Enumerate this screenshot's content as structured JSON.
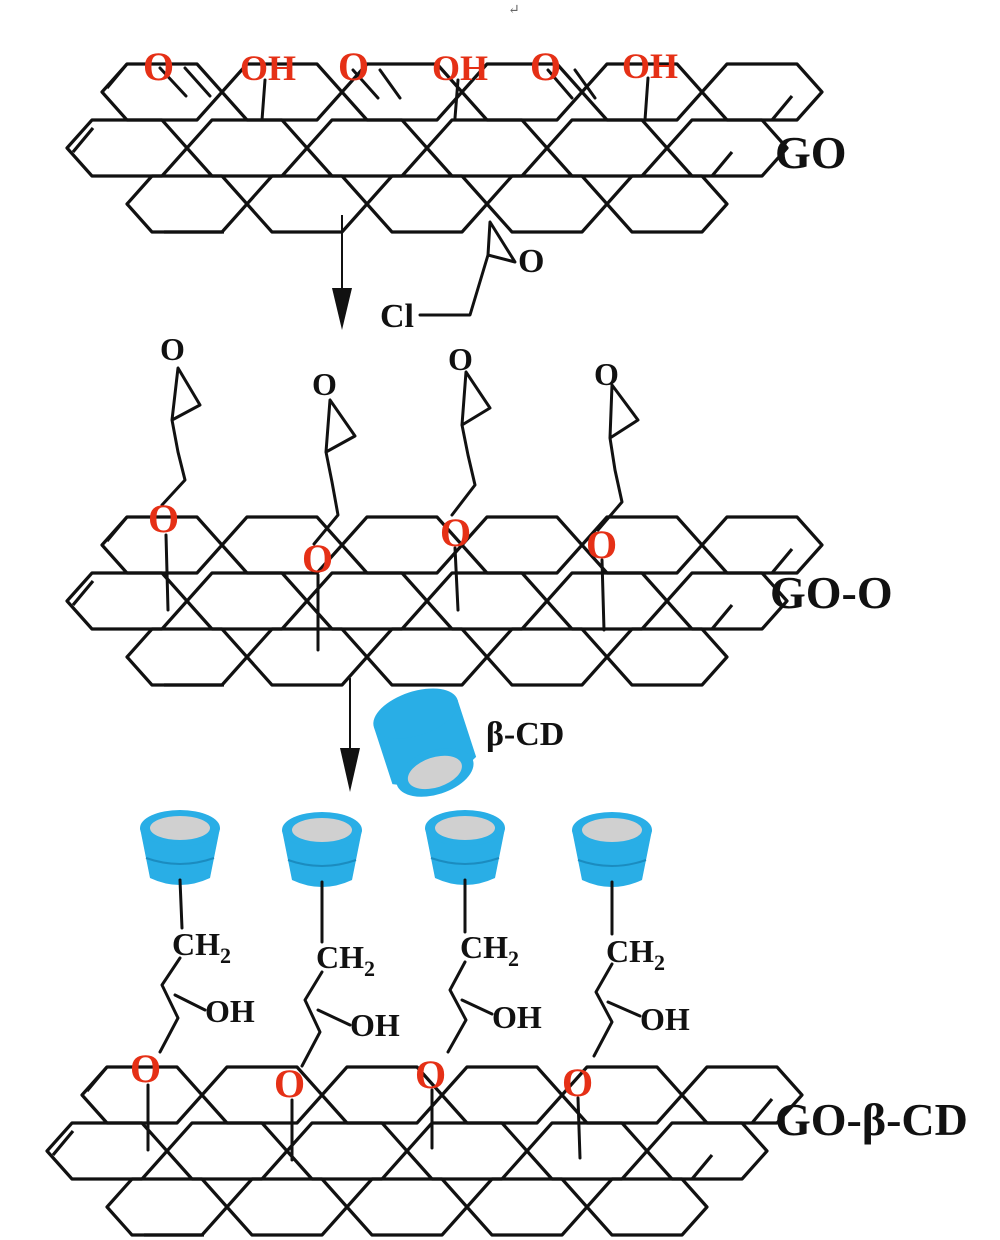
{
  "diagram": {
    "top_mark": "↵",
    "stages": {
      "go": {
        "label": "GO",
        "groups": [
          "O",
          "OH",
          "O",
          "OH",
          "O",
          "OH"
        ]
      },
      "goo": {
        "label": "GO-O",
        "atom": "O"
      },
      "gocd": {
        "label": "GO-β-CD",
        "ch2_main": "CH",
        "ch2_sub": "2",
        "oh": "OH",
        "atom": "O"
      }
    },
    "reagents": {
      "epichlorohydrin": {
        "cl": "Cl",
        "o": "O"
      },
      "cyclodextrin": {
        "label": "β-CD"
      }
    },
    "colors": {
      "oxygen": "#e53016",
      "cd_blue": "#29aee6",
      "cd_inner": "#d0d0d0",
      "ink": "#111111"
    }
  }
}
